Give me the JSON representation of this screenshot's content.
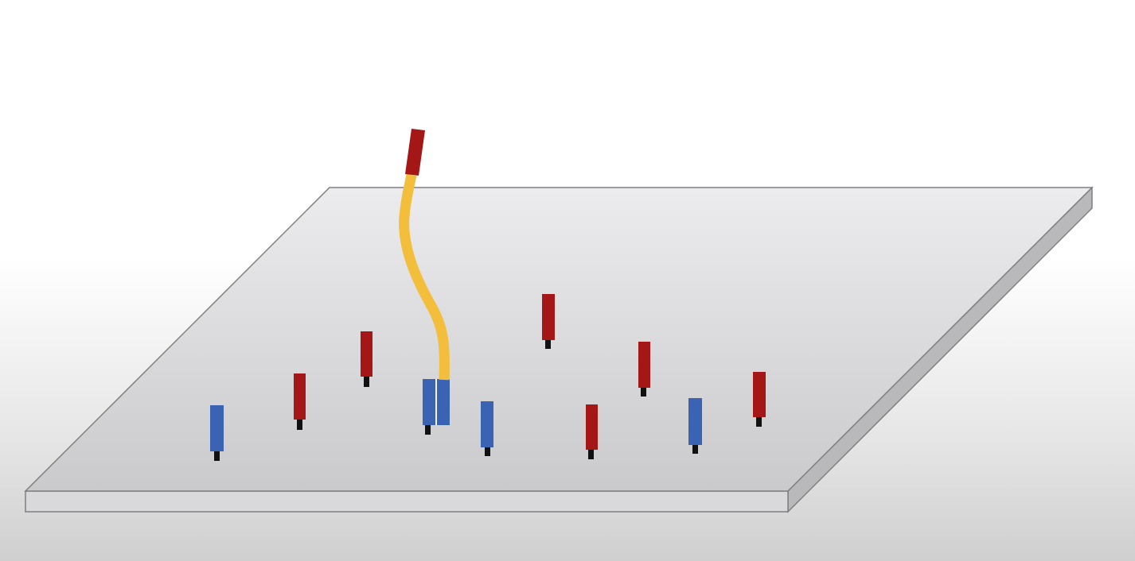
{
  "scene": {
    "colors": {
      "background_top": "#ffffff",
      "background_bottom": "#cfcfcf",
      "plate_top": "#d7d7d9",
      "plate_edge": "#c4c4c6",
      "plate_outline": "#8a8a8c",
      "strand_red": "#a51616",
      "strand_blue": "#3b63b3",
      "linker_yellow": "#f2be3c",
      "anchor": "#111111"
    },
    "strands": [
      {
        "kind": "red"
      },
      {
        "kind": "red"
      },
      {
        "kind": "red"
      },
      {
        "kind": "red"
      },
      {
        "kind": "red"
      },
      {
        "kind": "red"
      },
      {
        "kind": "blue"
      },
      {
        "kind": "blue"
      },
      {
        "kind": "blue"
      },
      {
        "kind": "blue-pair"
      }
    ],
    "linker": {
      "kind": "yellow-tether",
      "tip": "red"
    }
  }
}
